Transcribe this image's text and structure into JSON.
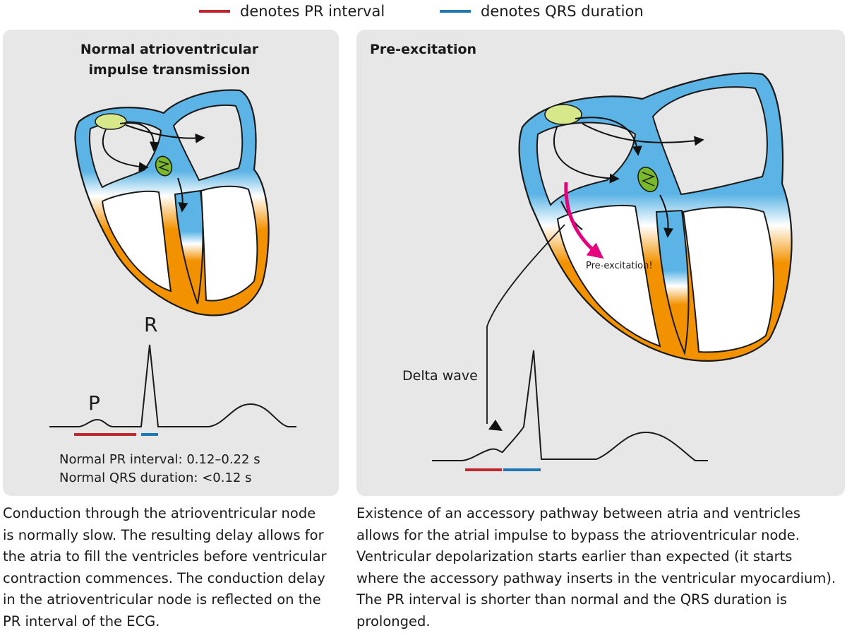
{
  "legend": {
    "pr": {
      "label": "denotes PR interval",
      "color": "#c1272d"
    },
    "qrs": {
      "label": "denotes QRS duration",
      "color": "#1f77b4"
    }
  },
  "left": {
    "title_line1": "Normal atrioventricular",
    "title_line2": "impulse transmission",
    "label_r": "R",
    "label_p": "P",
    "note_pr": "Normal PR interval: 0.12–0.22 s",
    "note_qrs": "Normal QRS duration: <0.12 s",
    "caption": [
      "Conduction through the atrioventricular node",
      "is normally slow. The resulting delay allows for",
      "the atria to fill the ventricles before ventricular",
      "contraction commences. The conduction delay",
      "in the atrioventricular node is reflected on the",
      "PR interval of the ECG."
    ]
  },
  "right": {
    "title": "Pre-excitation",
    "label_preexcitation": "Pre-excitation!",
    "label_delta": "Delta wave",
    "caption": [
      "Existence of an accessory pathway between atria and ventricles",
      "allows for the atrial impulse to bypass the atrioventricular node.",
      "Ventricular depolarization starts earlier than expected (it starts",
      "where the accessory pathway inserts in the ventricular myocardium).",
      "The PR interval is shorter than normal and the QRS duration is",
      "prolonged."
    ]
  },
  "colors": {
    "panel_bg": "#e7e7e7",
    "atria_blue": "#5bb4e5",
    "ventricle_orange": "#f39200",
    "sa_node": "#d6e88a",
    "av_node": "#7ab929",
    "preexcitation_arrow": "#e6007e"
  }
}
